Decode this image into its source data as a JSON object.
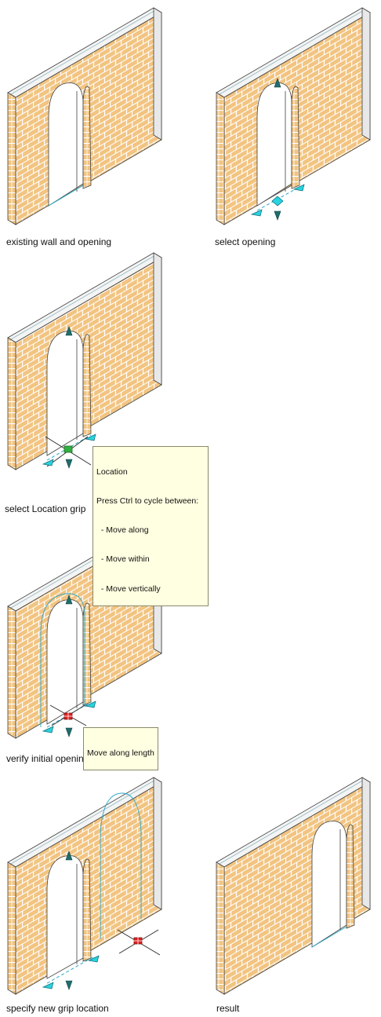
{
  "panels": [
    {
      "id": "p1",
      "caption": "existing wall and opening"
    },
    {
      "id": "p2",
      "caption": "select opening"
    },
    {
      "id": "p3",
      "caption": "select Location grip"
    },
    {
      "id": "p4",
      "caption": "verify initial opening location"
    },
    {
      "id": "p5",
      "caption": "specify new grip location"
    },
    {
      "id": "p6",
      "caption": "result"
    }
  ],
  "tooltip_location": {
    "title": "Location",
    "line1": "Press Ctrl to cycle between:",
    "item1": "  - Move along",
    "item2": "  - Move within",
    "item3": "  - Move vertically"
  },
  "tooltip_move": {
    "text": "Move along length"
  },
  "colors": {
    "brick": "#f2c481",
    "mortar": "#ffffff",
    "wall_edge": "#404040",
    "grip_cyan": "#29d3e0",
    "grip_green": "#30b040",
    "grip_red": "#e02020",
    "arrow_teal": "#1f6e6e",
    "tooltip_bg": "#ffffe1"
  }
}
